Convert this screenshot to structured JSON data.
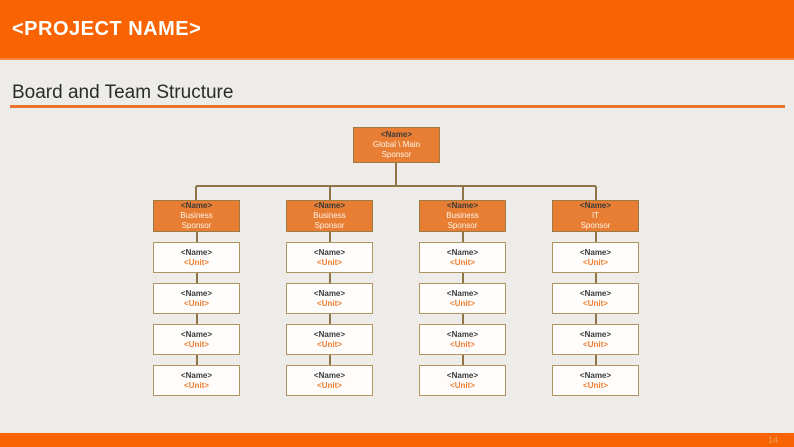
{
  "header": {
    "title": "<PROJECT NAME>"
  },
  "section": {
    "title": "Board and Team Structure"
  },
  "footer": {
    "page_number": "14"
  },
  "colors": {
    "bar_orange": "#fa6302",
    "box_fill_orange": "#e87e33",
    "box_border": "#a5854c",
    "connector": "#8f7648",
    "unit_text_orange": "#ed7d31",
    "title_rule_orange": "#e8762a",
    "background": "#edece8"
  },
  "org_chart": {
    "root": {
      "name": "<Name>",
      "role": "Global \\ Main\nSponsor"
    },
    "columns": [
      {
        "head": {
          "name": "<Name>",
          "role": "Business\nSponsor"
        },
        "members": [
          {
            "name": "<Name>",
            "unit": "<Unit>"
          },
          {
            "name": "<Name>",
            "unit": "<Unit>"
          },
          {
            "name": "<Name>",
            "unit": "<Unit>"
          },
          {
            "name": "<Name>",
            "unit": "<Unit>"
          }
        ]
      },
      {
        "head": {
          "name": "<Name>",
          "role": "Business\nSponsor"
        },
        "members": [
          {
            "name": "<Name>",
            "unit": "<Unit>"
          },
          {
            "name": "<Name>",
            "unit": "<Unit>"
          },
          {
            "name": "<Name>",
            "unit": "<Unit>"
          },
          {
            "name": "<Name>",
            "unit": "<Unit>"
          }
        ]
      },
      {
        "head": {
          "name": "<Name>",
          "role": "Business\nSponsor"
        },
        "members": [
          {
            "name": "<Name>",
            "unit": "<Unit>"
          },
          {
            "name": "<Name>",
            "unit": "<Unit>"
          },
          {
            "name": "<Name>",
            "unit": "<Unit>"
          },
          {
            "name": "<Name>",
            "unit": "<Unit>"
          }
        ]
      },
      {
        "head": {
          "name": "<Name>",
          "role": "IT\nSponsor"
        },
        "members": [
          {
            "name": "<Name>",
            "unit": "<Unit>"
          },
          {
            "name": "<Name>",
            "unit": "<Unit>"
          },
          {
            "name": "<Name>",
            "unit": "<Unit>"
          },
          {
            "name": "<Name>",
            "unit": "<Unit>"
          }
        ]
      }
    ]
  }
}
